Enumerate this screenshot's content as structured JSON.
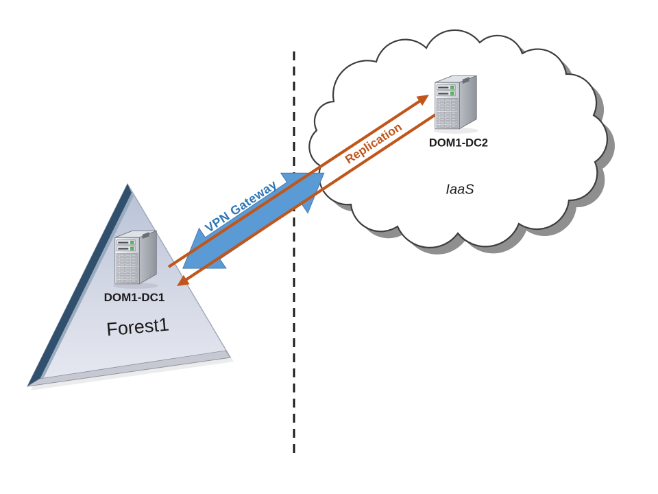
{
  "onprem": {
    "forest_label": "Forest1",
    "server_label": "DOM1-DC1"
  },
  "cloud_region": {
    "iaas_label": "IaaS",
    "server_label": "DOM1-DC2"
  },
  "connections": {
    "vpn_label": "VPN Gateway",
    "replication_label": "Replication"
  },
  "icons": {
    "onprem_server": "server-tower-icon",
    "cloud_server": "server-tower-icon"
  },
  "colors": {
    "vpn_arrow_fill": "#5B9BD5",
    "vpn_arrow_edge": "#4A80B5",
    "vpn_text": "#2E75B6",
    "replication_orange": "#C0561B",
    "triangle_fill_top": "#B7C1D6",
    "triangle_fill_bottom": "#E7E9F1",
    "triangle_edge_dark": "#30506D",
    "cloud_outline": "#3D3D3D",
    "cloud_shadow": "#8F8F8F",
    "separator": "#1A1A1A",
    "label_text": "#1A1A1A"
  }
}
